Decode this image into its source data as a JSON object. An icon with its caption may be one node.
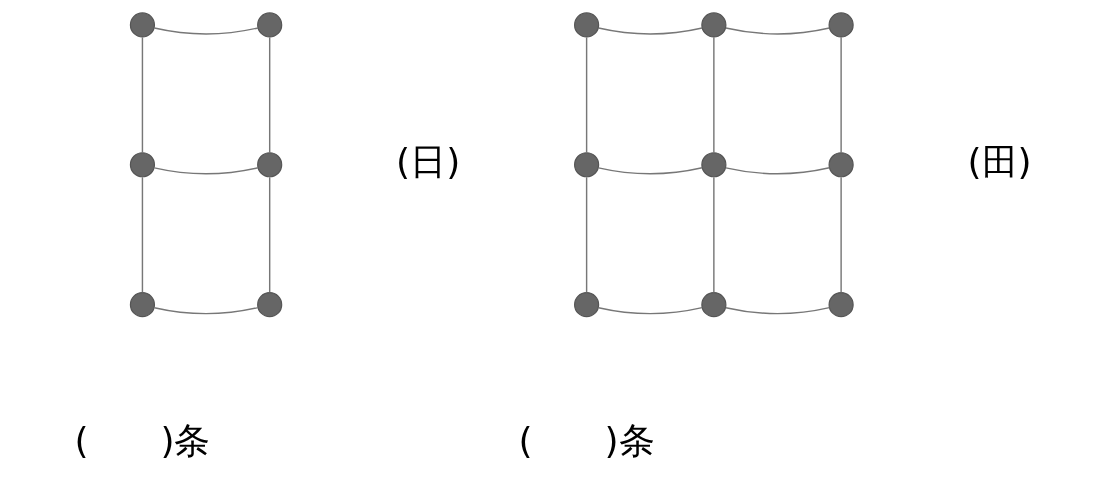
{
  "diagram": {
    "nodes": [
      {
        "text": [],
        "shape": "circle"
      },
      {
        "text": [],
        "shape": "circle"
      },
      {
        "text": [],
        "shape": "circle"
      },
      {
        "text": [],
        "shape": "circle"
      },
      {
        "text": [],
        "shape": "circle"
      },
      {
        "text": [],
        "shape": "circle"
      },
      {
        "text": [],
        "shape": "circle"
      },
      {
        "text": [],
        "shape": "circle"
      },
      {
        "text": [],
        "shape": "circle"
      },
      {
        "text": [],
        "shape": "circle"
      },
      {
        "text": [],
        "shape": "circle"
      },
      {
        "text": [],
        "shape": "circle"
      },
      {
        "text": [],
        "shape": "circle"
      },
      {
        "text": [],
        "shape": "circle"
      },
      {
        "text": [],
        "shape": "circle"
      }
    ],
    "edges": [
      {
        "from": 0,
        "to": 1,
        "arrow": "none"
      },
      {
        "from": 0,
        "to": 2,
        "arrow": "none"
      },
      {
        "from": 1,
        "to": 3,
        "arrow": "none"
      },
      {
        "from": 2,
        "to": 3,
        "arrow": "none"
      },
      {
        "from": 2,
        "to": 4,
        "arrow": "none"
      },
      {
        "from": 3,
        "to": 5,
        "arrow": "none"
      },
      {
        "from": 4,
        "to": 5,
        "arrow": "none"
      },
      {
        "from": 6,
        "to": 7,
        "arrow": "none"
      },
      {
        "from": 7,
        "to": 8,
        "arrow": "none"
      },
      {
        "from": 9,
        "to": 10,
        "arrow": "none"
      },
      {
        "from": 10,
        "to": 11,
        "arrow": "none"
      },
      {
        "from": 12,
        "to": 13,
        "arrow": "none"
      },
      {
        "from": 13,
        "to": 14,
        "arrow": "none"
      },
      {
        "from": 6,
        "to": 9,
        "arrow": "none"
      },
      {
        "from": 9,
        "to": 12,
        "arrow": "none"
      },
      {
        "from": 7,
        "to": 10,
        "arrow": "none"
      },
      {
        "from": 10,
        "to": 13,
        "arrow": "none"
      },
      {
        "from": 8,
        "to": 11,
        "arrow": "none"
      },
      {
        "from": 11,
        "to": 14,
        "arrow": "none"
      }
    ],
    "labels": [
      "(日)",
      "(田)",
      "(　　)条",
      "(　　)条"
    ]
  }
}
